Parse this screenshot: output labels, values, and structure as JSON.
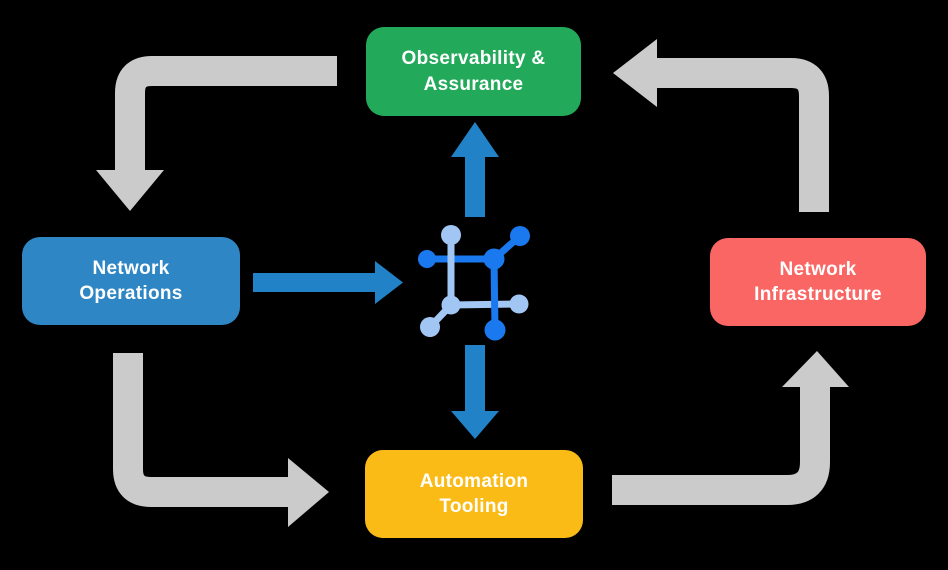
{
  "colors": {
    "background": "#000000",
    "box-green": "#23A95A",
    "box-blue": "#2E86C4",
    "box-red": "#F96663",
    "box-yellow": "#FBBB16",
    "arrow-gray": "#CBCBCB",
    "arrow-blue": "#2182C8",
    "icon-bright": "#1A79EE",
    "icon-light": "#A2C6F4",
    "text": "#FFFFFF"
  },
  "boxes": {
    "observability": {
      "line1": "Observability &",
      "line2": "Assurance"
    },
    "operations": {
      "line1": "Network",
      "line2": "Operations"
    },
    "infrastructure": {
      "line1": "Network",
      "line2": "Infrastructure"
    },
    "automation": {
      "line1": "Automation",
      "line2": "Tooling"
    }
  },
  "center_icon": {
    "name": "network-mesh-icon"
  },
  "arrows": {
    "cycle": [
      {
        "name": "observability-to-operations",
        "style": "gray-elbow"
      },
      {
        "name": "operations-to-automation",
        "style": "gray-elbow"
      },
      {
        "name": "automation-to-infrastructure",
        "style": "gray-elbow"
      },
      {
        "name": "infrastructure-to-observability",
        "style": "gray-elbow"
      }
    ],
    "hub": [
      {
        "name": "operations-to-center",
        "style": "blue-straight"
      },
      {
        "name": "center-to-observability",
        "style": "blue-straight"
      },
      {
        "name": "center-to-automation",
        "style": "blue-straight"
      }
    ]
  }
}
